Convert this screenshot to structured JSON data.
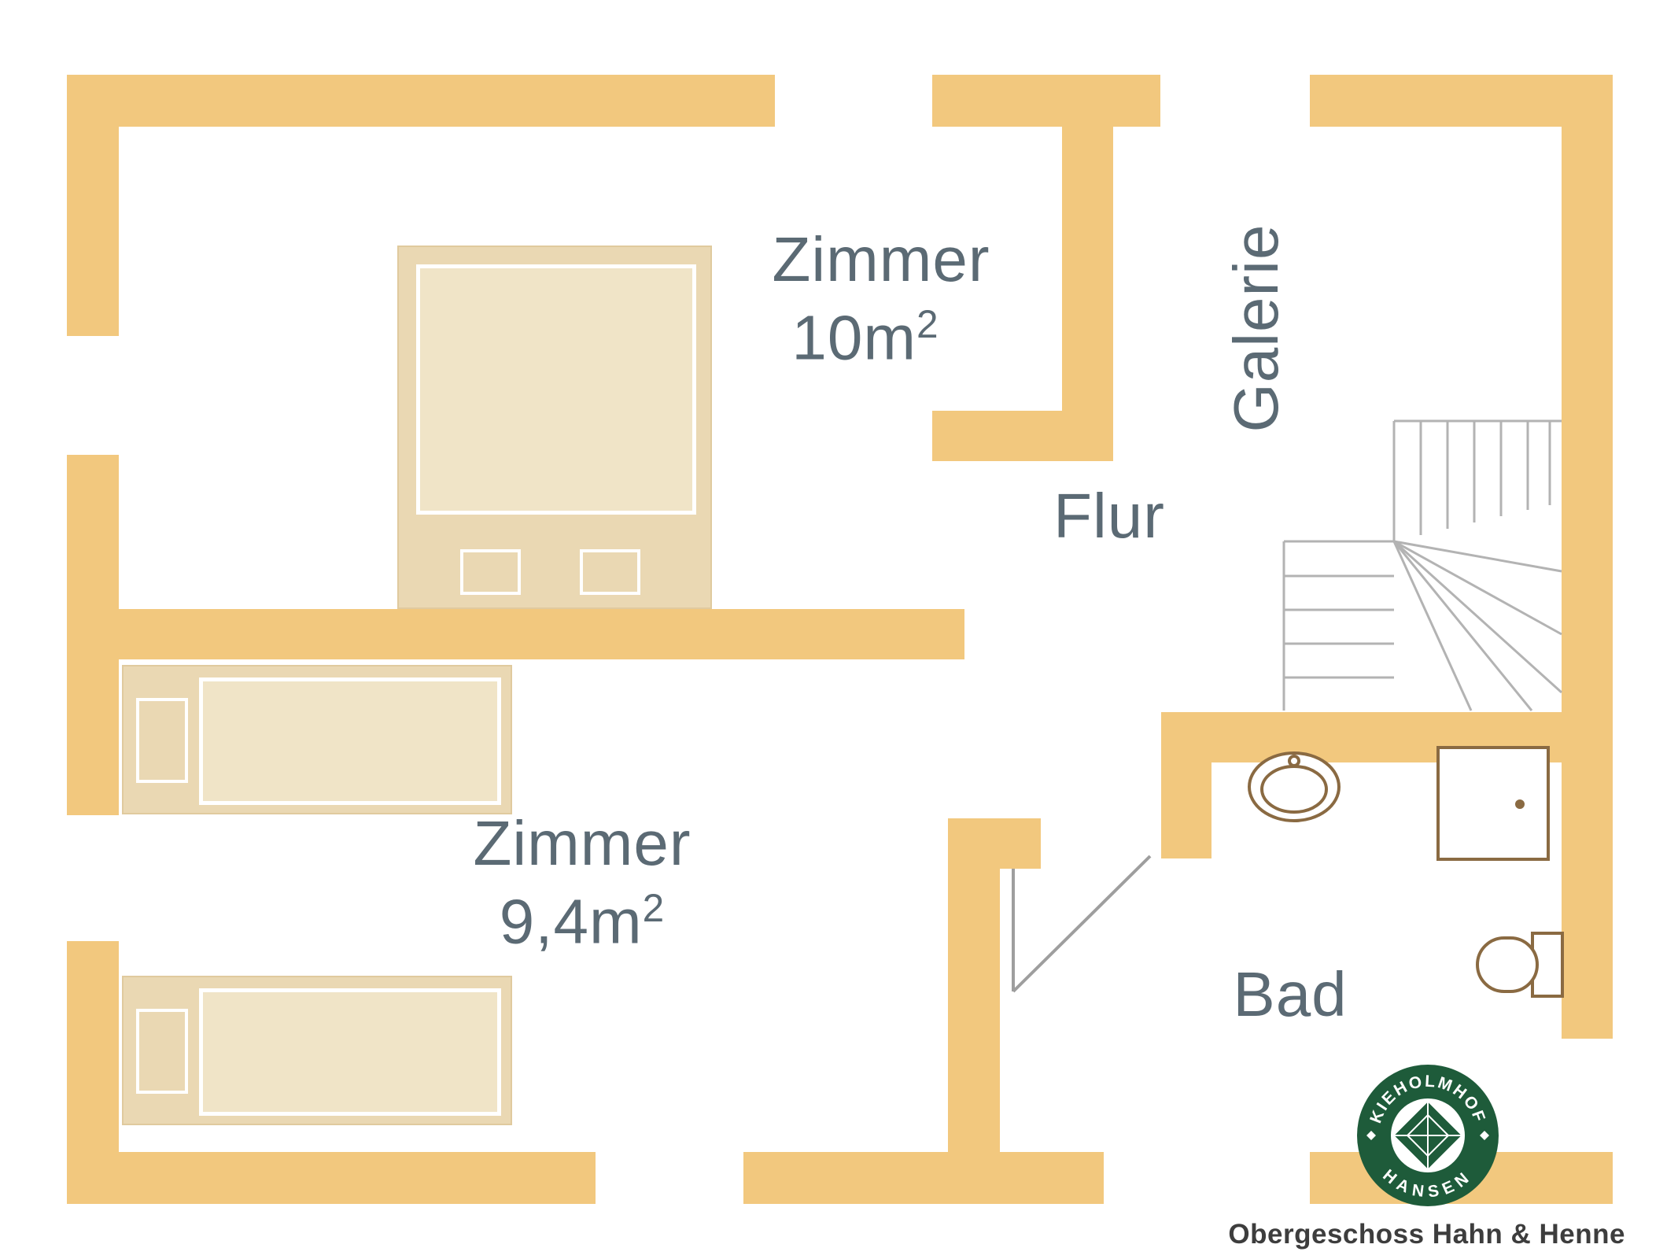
{
  "meta": {
    "caption": "Obergeschoss Hahn & Henne"
  },
  "colors": {
    "wall": "#F2C87E",
    "bed_fill": "#EAD8B3",
    "bed_inner": "#F0E4C7",
    "line_white": "#FFFFFF",
    "fixture_stroke": "#8A6A42",
    "stair_stroke": "#B3B3B3",
    "label_text": "#5B6A74",
    "logo_green": "#1E5B3A",
    "caption_text": "#3D3D3D"
  },
  "rooms": {
    "zimmer_top": {
      "name": "Zimmer",
      "area_value": "10m",
      "area_sup": "2"
    },
    "zimmer_bottom": {
      "name": "Zimmer",
      "area_value": "9,4m",
      "area_sup": "2"
    },
    "flur": {
      "name": "Flur"
    },
    "galerie": {
      "name": "Galerie"
    },
    "bad": {
      "name": "Bad"
    }
  },
  "logo": {
    "arc_top": "KIEHOLMHOF",
    "arc_bottom": "HANSEN"
  }
}
